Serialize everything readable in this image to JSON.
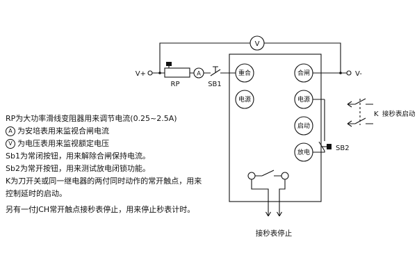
{
  "colors": {
    "ink": "#111111",
    "background": "#ffffff"
  },
  "notes": [
    {
      "icon": "",
      "text": "RP为大功率滑线变阻器用来调节电流(0.25~2.5A)"
    },
    {
      "icon": "A",
      "text": "为安培表用来监视合闸电流"
    },
    {
      "icon": "V",
      "text": "为电压表用来监视额定电压"
    },
    {
      "icon": "",
      "text": "Sb1为常闭按钮，用来解除合闸保持电流。"
    },
    {
      "icon": "",
      "text": "Sb2为常开按钮，用来测试放电闭锁功能。"
    },
    {
      "icon": "",
      "text": "K为刀开关或同一继电器的两付同时动作的常开触点，用来"
    },
    {
      "icon": "",
      "text": "控制延时的启动。"
    },
    {
      "icon": "",
      "text": "另有一付JCH常开触点接秒表停止，用来停止秒表计时。"
    }
  ],
  "circuit": {
    "vplus": "V+",
    "vminus": "V-",
    "voltmeter": "V",
    "ammeter": "A",
    "rheostat": "RP",
    "sb1": "SB1",
    "sb2": "SB2",
    "knife": "K",
    "stopwatch_start": "接秒表启动",
    "stopwatch_stop": "接秒表停止",
    "buttons": {
      "reclose": "重合",
      "close": "合闸",
      "power_left": "电源",
      "power_right": "电源",
      "start": "启动",
      "discharge": "放电"
    }
  }
}
